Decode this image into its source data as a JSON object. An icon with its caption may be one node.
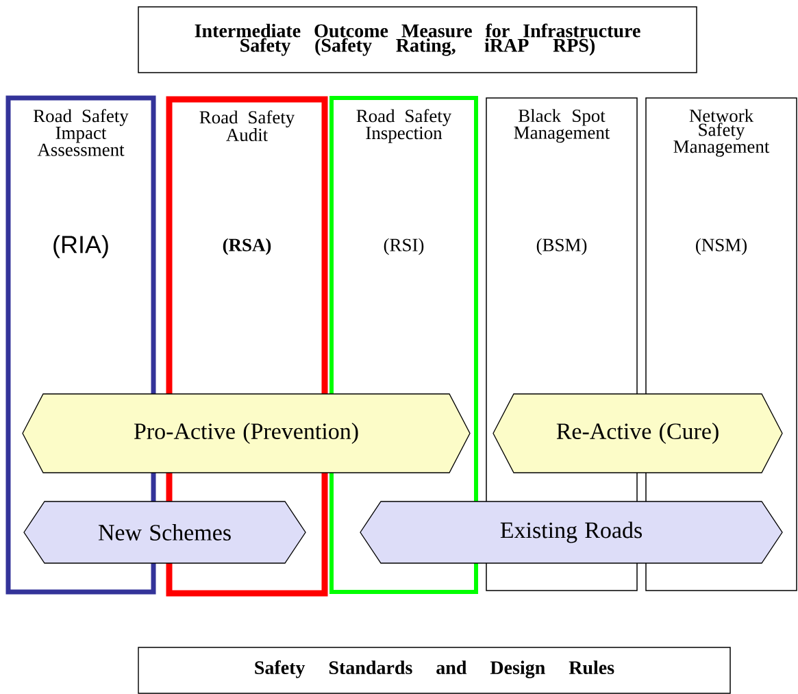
{
  "diagram": {
    "nodes": [
      {
        "text": [
          "Intermediate Outcome Measure for Infrastructure Safety (Safety Rating, iRAP RPS)"
        ]
      },
      {
        "text": [
          "Road Safety Impact Assessment",
          "(RIA)"
        ]
      },
      {
        "text": [
          "Road Safety Audit",
          "(RSA)"
        ]
      },
      {
        "text": [
          "Road Safety Inspection",
          "(RSI)"
        ]
      },
      {
        "text": [
          "Black Spot Management",
          "(BSM)"
        ]
      },
      {
        "text": [
          "Network Safety Management",
          "(NSM)"
        ]
      },
      {
        "text": [
          "Pro-Active (Prevention)"
        ]
      },
      {
        "text": [
          "Re-Active (Cure)"
        ]
      },
      {
        "text": [
          "New Schemes"
        ]
      },
      {
        "text": [
          "Existing Roads"
        ]
      },
      {
        "text": [
          "Safety Standards and Design Rules"
        ]
      }
    ],
    "edges": []
  }
}
